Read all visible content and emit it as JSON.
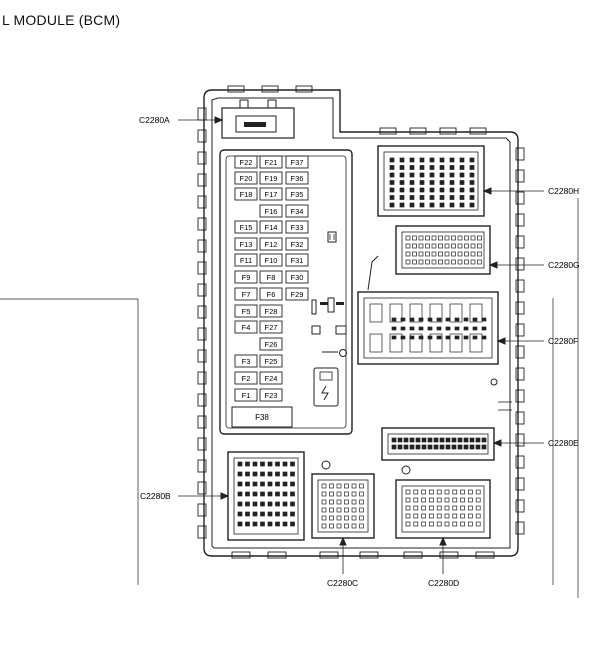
{
  "page": {
    "title": "L MODULE (BCM)"
  },
  "connectors": {
    "c2280a": "C2280A",
    "c2280b": "C2280B",
    "c2280c": "C2280C",
    "c2280d": "C2280D",
    "c2280e": "C2280E",
    "c2280f": "C2280F",
    "c2280g": "C2280G",
    "c2280h": "C2280H"
  },
  "fuse_rows": [
    [
      "F22",
      "F21",
      "F37"
    ],
    [
      "F20",
      "F19",
      "F36"
    ],
    [
      "F18",
      "F17",
      "F35"
    ],
    [
      "",
      "F16",
      "F34"
    ],
    [
      "F15",
      "F14",
      "F33"
    ],
    [
      "F13",
      "F12",
      "F32"
    ],
    [
      "F11",
      "F10",
      "F31"
    ],
    [
      "F9",
      "F8",
      "F30"
    ],
    [
      "F7",
      "F6",
      "F29"
    ],
    [
      "F5",
      "F28",
      ""
    ],
    [
      "F4",
      "F27",
      ""
    ],
    [
      "",
      "F26",
      ""
    ],
    [
      "F3",
      "F25",
      ""
    ],
    [
      "F2",
      "F24",
      ""
    ],
    [
      "F1",
      "F23",
      ""
    ]
  ],
  "big_fuse": "F38"
}
